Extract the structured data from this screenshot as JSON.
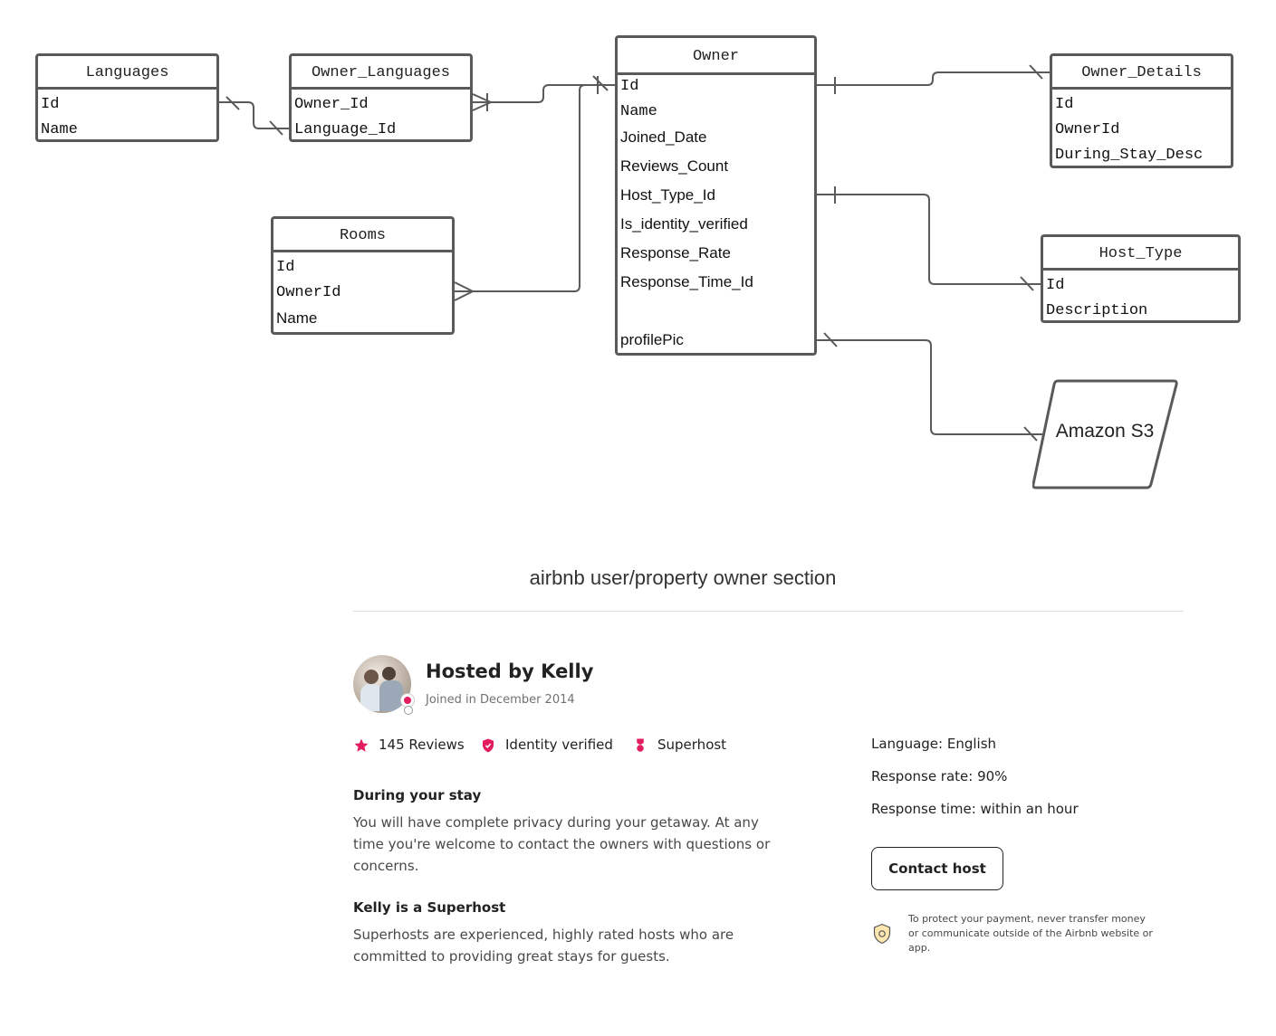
{
  "diagram": {
    "entities": {
      "languages": {
        "title": "Languages",
        "fields": [
          "Id",
          "Name"
        ]
      },
      "owner_languages": {
        "title": "Owner_Languages",
        "fields": [
          "Owner_Id",
          "Language_Id"
        ]
      },
      "owner": {
        "title": "Owner",
        "fields": [
          "Id",
          "Name",
          "Joined_Date",
          "Reviews_Count",
          "Host_Type_Id",
          "Is_identity_verified",
          "Response_Rate",
          "Response_Time_Id",
          "profilePic"
        ]
      },
      "owner_details": {
        "title": "Owner_Details",
        "fields": [
          "Id",
          "OwnerId",
          "During_Stay_Desc"
        ]
      },
      "rooms": {
        "title": "Rooms",
        "fields": [
          "Id",
          "OwnerId",
          "Name"
        ]
      },
      "host_type": {
        "title": "Host_Type",
        "fields": [
          "Id",
          "Description"
        ]
      }
    },
    "storage": {
      "label": "Amazon S3"
    },
    "relationships": [
      {
        "from": "Languages",
        "to": "Owner_Languages",
        "from_card": "one",
        "to_card": "one"
      },
      {
        "from": "Owner_Languages",
        "to": "Owner",
        "from_card": "many",
        "to_card": "one"
      },
      {
        "from": "Rooms",
        "to": "Owner",
        "from_card": "many",
        "to_card": "one"
      },
      {
        "from": "Owner",
        "to": "Owner_Details",
        "from_card": "one",
        "to_card": "one"
      },
      {
        "from": "Owner",
        "to": "Host_Type",
        "from_card": "one",
        "to_card": "one"
      },
      {
        "from": "Owner",
        "to": "Amazon S3",
        "from_card": "one",
        "to_card": "one"
      }
    ],
    "colors": {
      "line": "#5a5a5a"
    }
  },
  "caption": "airbnb user/property owner section",
  "host_section": {
    "title": "Hosted by Kelly",
    "joined": "Joined in December 2014",
    "stats": {
      "reviews": "145 Reviews",
      "identity": "Identity verified",
      "superhost": "Superhost"
    },
    "during_stay": {
      "heading": "During your stay",
      "text": "You will have complete privacy during your getaway. At any time you're welcome to contact the owners with questions or concerns."
    },
    "superhost_block": {
      "heading": "Kelly is a Superhost",
      "text": "Superhosts are experienced, highly rated hosts who are committed to providing great stays for guests."
    },
    "language": "Language: English",
    "response_rate": "Response rate: 90%",
    "response_time": "Response time: within an hour",
    "contact_button": "Contact host",
    "protect_notice": "To protect your payment, never transfer money or communicate outside of the Airbnb website or app.",
    "icons": {
      "star": "star-icon",
      "verified": "verified-shield-icon",
      "superhost": "superhost-medal-icon",
      "payment": "payment-shield-icon"
    },
    "colors": {
      "accent": "#e31c5f",
      "text": "#222222",
      "muted": "#717171"
    }
  }
}
